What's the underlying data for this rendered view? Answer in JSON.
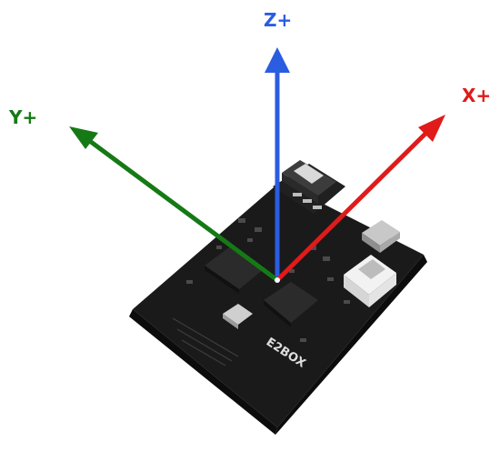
{
  "axes": {
    "x": {
      "label": "X+",
      "color": "#e11a1a"
    },
    "y": {
      "label": "Y+",
      "color": "#157a15"
    },
    "z": {
      "label": "Z+",
      "color": "#2a5de0"
    }
  },
  "board": {
    "logo_text": "E2BOX",
    "pcb_color": "#1a1a1a",
    "component_color": "#2b2b2b",
    "connector_color": "#f2f2f2"
  },
  "icons": {
    "board": "imu-sensor-board-photo",
    "axis_arrow": "arrow-head"
  }
}
